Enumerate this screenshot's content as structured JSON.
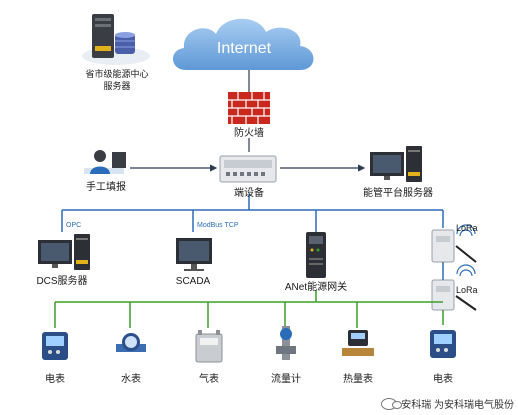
{
  "nodes": {
    "provincial_server": "省市级能源中心\n服务器",
    "internet": "Internet",
    "firewall": "防火墙",
    "manual_entry": "手工填报",
    "end_device": "端设备",
    "platform_server": "能管平台服务器",
    "dcs_server": "DCS服务器",
    "scada": "SCADA",
    "anet_gateway": "ANet能源网关",
    "lora_1": "LoRa",
    "lora_2": "LoRa"
  },
  "bus_labels": {
    "opc": "OPC",
    "modbus": "ModBus TCP"
  },
  "meters": [
    "电表",
    "水表",
    "气表",
    "流量计",
    "热量表",
    "电表"
  ],
  "watermark": "安科瑞 为安科瑞电气股份",
  "colors": {
    "blue_line": "#2b6cb8",
    "green_line": "#3aa02a",
    "firewall_red": "#c8281e",
    "cloud": "#7fb2e5",
    "device_dark": "#2c2f36"
  }
}
